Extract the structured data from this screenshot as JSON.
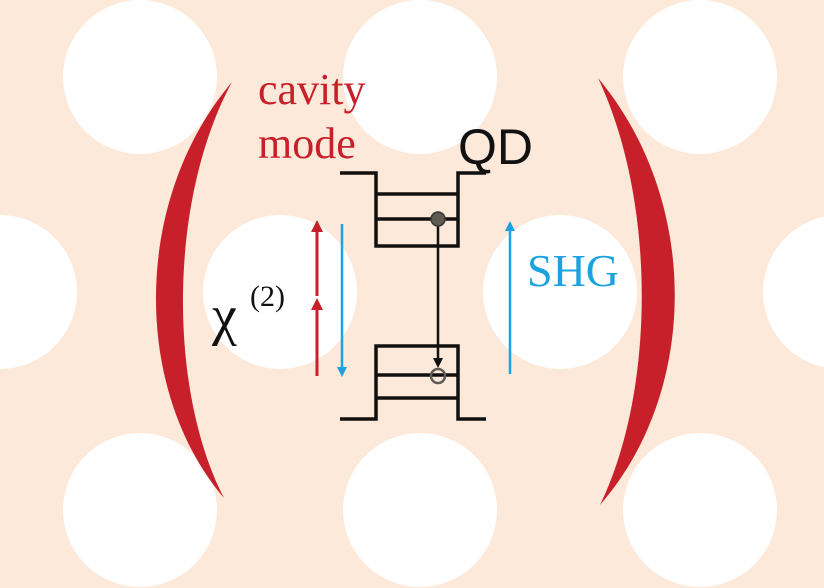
{
  "colors": {
    "background": "#fce9d9",
    "holes": "#ffffff",
    "cavity": "#c8202a",
    "shg": "#1aa3e0",
    "ink": "#111111"
  },
  "labels": {
    "cavity_line1": "cavity",
    "cavity_line2": "mode",
    "qd": "QD",
    "chi_symbol": "χ",
    "chi_superscript": "(2)",
    "shg": "SHG"
  }
}
